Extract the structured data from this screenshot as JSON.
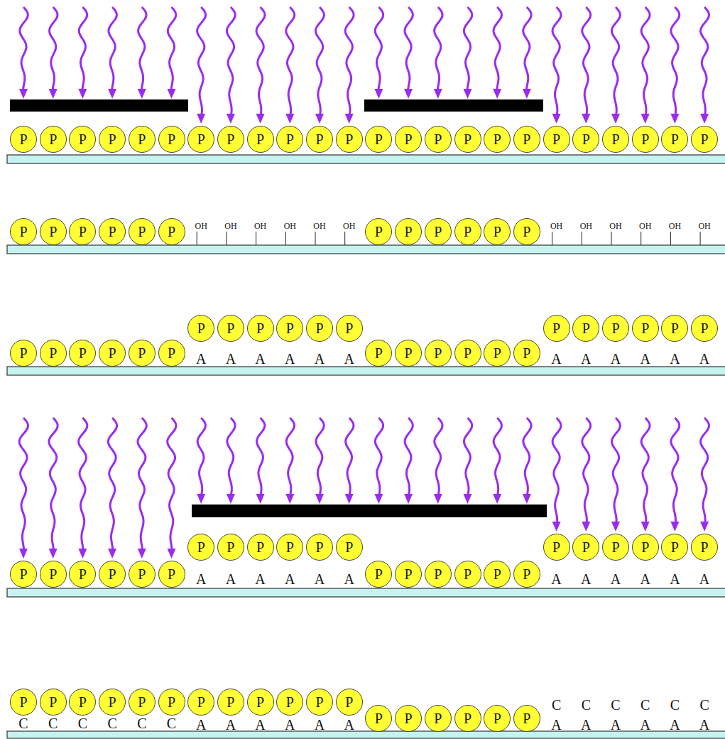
{
  "diagram": {
    "nodes": [
      {
        "text": [
          "P"
        ]
      },
      {
        "text": [
          "P"
        ]
      },
      {
        "text": [
          "P"
        ]
      },
      {
        "text": [
          "P"
        ]
      },
      {
        "text": [
          "P"
        ]
      },
      {
        "text": [
          "P"
        ]
      },
      {
        "text": [
          "P"
        ]
      },
      {
        "text": [
          "P"
        ]
      },
      {
        "text": [
          "P"
        ]
      },
      {
        "text": [
          "P"
        ]
      },
      {
        "text": [
          "P"
        ]
      },
      {
        "text": [
          "P"
        ]
      },
      {
        "text": [
          "P"
        ]
      },
      {
        "text": [
          "P"
        ]
      },
      {
        "text": [
          "P"
        ]
      },
      {
        "text": [
          "P"
        ]
      },
      {
        "text": [
          "P"
        ]
      },
      {
        "text": [
          "P"
        ]
      },
      {
        "text": [
          "P"
        ]
      },
      {
        "text": [
          "P"
        ]
      },
      {
        "text": [
          "P"
        ]
      },
      {
        "text": [
          "P"
        ]
      },
      {
        "text": [
          "P"
        ]
      },
      {
        "text": [
          "P"
        ]
      },
      {
        "text": [
          "P"
        ]
      },
      {
        "text": [
          "P"
        ]
      },
      {
        "text": [
          "P"
        ]
      },
      {
        "text": [
          "P"
        ]
      },
      {
        "text": [
          "P"
        ]
      },
      {
        "text": [
          "P"
        ]
      },
      {
        "text": [
          "P"
        ]
      },
      {
        "text": [
          "P"
        ]
      },
      {
        "text": [
          "P"
        ]
      },
      {
        "text": [
          "P"
        ]
      },
      {
        "text": [
          "P"
        ]
      },
      {
        "text": [
          "P"
        ]
      },
      {
        "text": [
          "P"
        ]
      },
      {
        "text": [
          "P"
        ]
      },
      {
        "text": [
          "P"
        ]
      },
      {
        "text": [
          "P"
        ]
      },
      {
        "text": [
          "P"
        ]
      },
      {
        "text": [
          "P"
        ]
      },
      {
        "text": [
          "P"
        ]
      },
      {
        "text": [
          "P"
        ]
      },
      {
        "text": [
          "P"
        ]
      },
      {
        "text": [
          "P"
        ]
      },
      {
        "text": [
          "P"
        ]
      },
      {
        "text": [
          "P"
        ]
      },
      {
        "text": [
          "P"
        ]
      },
      {
        "text": [
          "P"
        ]
      },
      {
        "text": [
          "P"
        ]
      },
      {
        "text": [
          "P"
        ]
      },
      {
        "text": [
          "P"
        ]
      },
      {
        "text": [
          "P"
        ]
      },
      {
        "text": [
          "P"
        ]
      },
      {
        "text": [
          "P"
        ]
      },
      {
        "text": [
          "P"
        ]
      },
      {
        "text": [
          "P"
        ]
      },
      {
        "text": [
          "P"
        ]
      },
      {
        "text": [
          "P"
        ]
      },
      {
        "text": [
          "P"
        ]
      },
      {
        "text": [
          "P"
        ]
      },
      {
        "text": [
          "P"
        ]
      },
      {
        "text": [
          "P"
        ]
      },
      {
        "text": [
          "P"
        ]
      },
      {
        "text": [
          "P"
        ]
      },
      {
        "text": [
          "P"
        ]
      },
      {
        "text": [
          "P"
        ]
      },
      {
        "text": [
          "P"
        ]
      },
      {
        "text": [
          "P"
        ]
      },
      {
        "text": [
          "P"
        ]
      },
      {
        "text": [
          "P"
        ]
      },
      {
        "text": [
          "P"
        ]
      },
      {
        "text": [
          "P"
        ]
      },
      {
        "text": [
          "P"
        ]
      },
      {
        "text": [
          "P"
        ]
      },
      {
        "text": [
          "P"
        ]
      },
      {
        "text": [
          "P"
        ]
      },
      {
        "text": [
          "P"
        ]
      },
      {
        "text": [
          "P"
        ]
      },
      {
        "text": [
          "P"
        ]
      },
      {
        "text": [
          "P"
        ]
      },
      {
        "text": [
          "P"
        ]
      },
      {
        "text": [
          "P"
        ]
      },
      {
        "text": [
          "P"
        ]
      },
      {
        "text": [
          "P"
        ]
      },
      {
        "text": [
          "P"
        ]
      },
      {
        "text": [
          "P"
        ]
      },
      {
        "text": [
          "P"
        ]
      },
      {
        "text": [
          "P"
        ]
      },
      {
        "text": [
          "P"
        ]
      },
      {
        "text": [
          "P"
        ]
      },
      {
        "text": [
          "P"
        ]
      },
      {
        "text": [
          "P"
        ]
      },
      {
        "text": [
          "P"
        ]
      },
      {
        "text": [
          "P"
        ]
      },
      {
        "text": [
          "P"
        ]
      },
      {
        "text": [
          "P"
        ]
      },
      {
        "text": [
          "P"
        ]
      },
      {
        "text": [
          "P"
        ]
      },
      {
        "text": [
          "P"
        ]
      },
      {
        "text": [
          "P"
        ]
      }
    ],
    "labels": [
      "OH",
      "OH",
      "OH",
      "OH",
      "OH",
      "OH",
      "OH",
      "OH",
      "OH",
      "OH",
      "OH",
      "OH",
      "A",
      "A",
      "A",
      "A",
      "A",
      "A",
      "A",
      "A",
      "A",
      "A",
      "A",
      "A",
      "A",
      "A",
      "A",
      "A",
      "A",
      "A",
      "A",
      "A",
      "A",
      "A",
      "A",
      "A",
      "C",
      "C",
      "C",
      "C",
      "C",
      "C",
      "A",
      "A",
      "A",
      "A",
      "A",
      "A",
      "C",
      "C",
      "C",
      "C",
      "C",
      "C",
      "A",
      "A",
      "A",
      "A",
      "A",
      "A"
    ]
  }
}
